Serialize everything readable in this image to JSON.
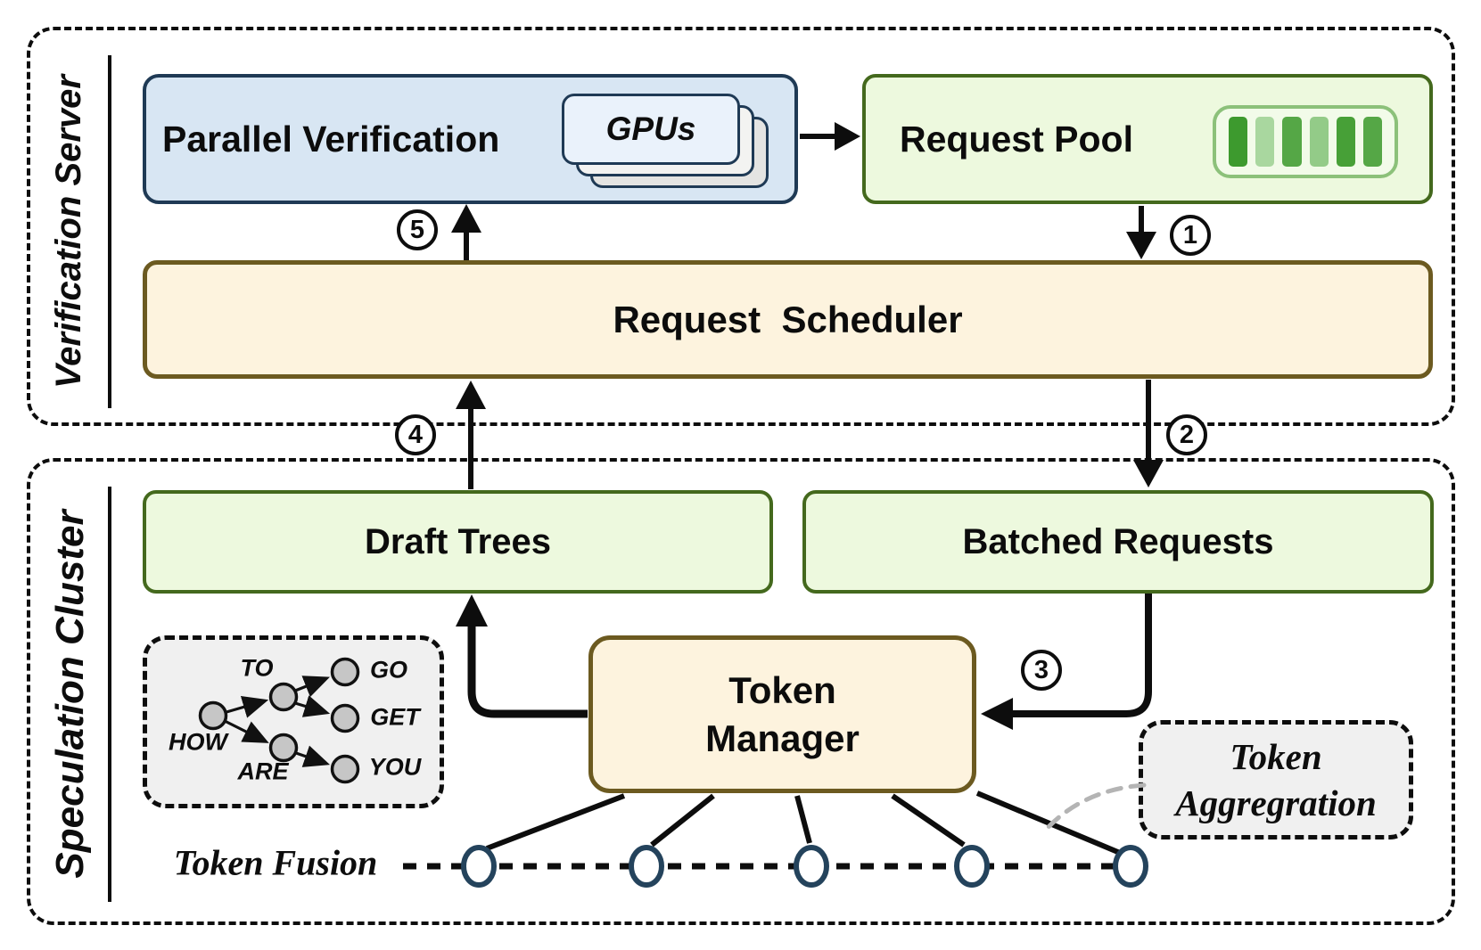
{
  "colors": {
    "ink": "#0d0d0d",
    "blue_fill": "#d8e6f3",
    "blue_border": "#1f3a55",
    "gpu_card_fill": "#eaf2fb",
    "green_fill": "#edf9de",
    "green_border": "#44691d",
    "tan_fill": "#fdf3de",
    "tan_border": "#6c5a20",
    "inner_gray_fill": "#f0f0f0",
    "node_fill": "#c6c6c6",
    "fusion_circle_stroke": "#24435c",
    "aggregation_link": "#b4b4b4",
    "pool_bar_border": "#8cc17a",
    "pool_bar_bg": "#f2fbe9"
  },
  "verification_server": {
    "label": "Verification Server",
    "parallel_verification": {
      "label": "Parallel Verification",
      "gpus_label": "GPUs"
    },
    "request_pool": {
      "label": "Request Pool",
      "bars": [
        "#3d9a2e",
        "#a9d79f",
        "#55a746",
        "#93cb88",
        "#47a037",
        "#55a746"
      ]
    },
    "request_scheduler": {
      "label": "Request  Scheduler"
    }
  },
  "speculation_cluster": {
    "label": "Speculation Cluster",
    "draft_trees": {
      "label": "Draft Trees"
    },
    "batched_requests": {
      "label": "Batched Requests"
    },
    "token_manager": {
      "line1": "Token",
      "line2": "Manager"
    },
    "draft_tree_example": {
      "root": "HOW",
      "child_top": "TO",
      "child_bottom": "ARE",
      "leaf_top": "GO",
      "leaf_mid": "GET",
      "leaf_bottom": "YOU"
    },
    "token_fusion": {
      "label": "Token Fusion"
    },
    "token_aggregation": {
      "line1": "Token",
      "line2": "Aggregration"
    }
  },
  "steps": {
    "s1": "1",
    "s2": "2",
    "s3": "3",
    "s4": "4",
    "s5": "5"
  }
}
